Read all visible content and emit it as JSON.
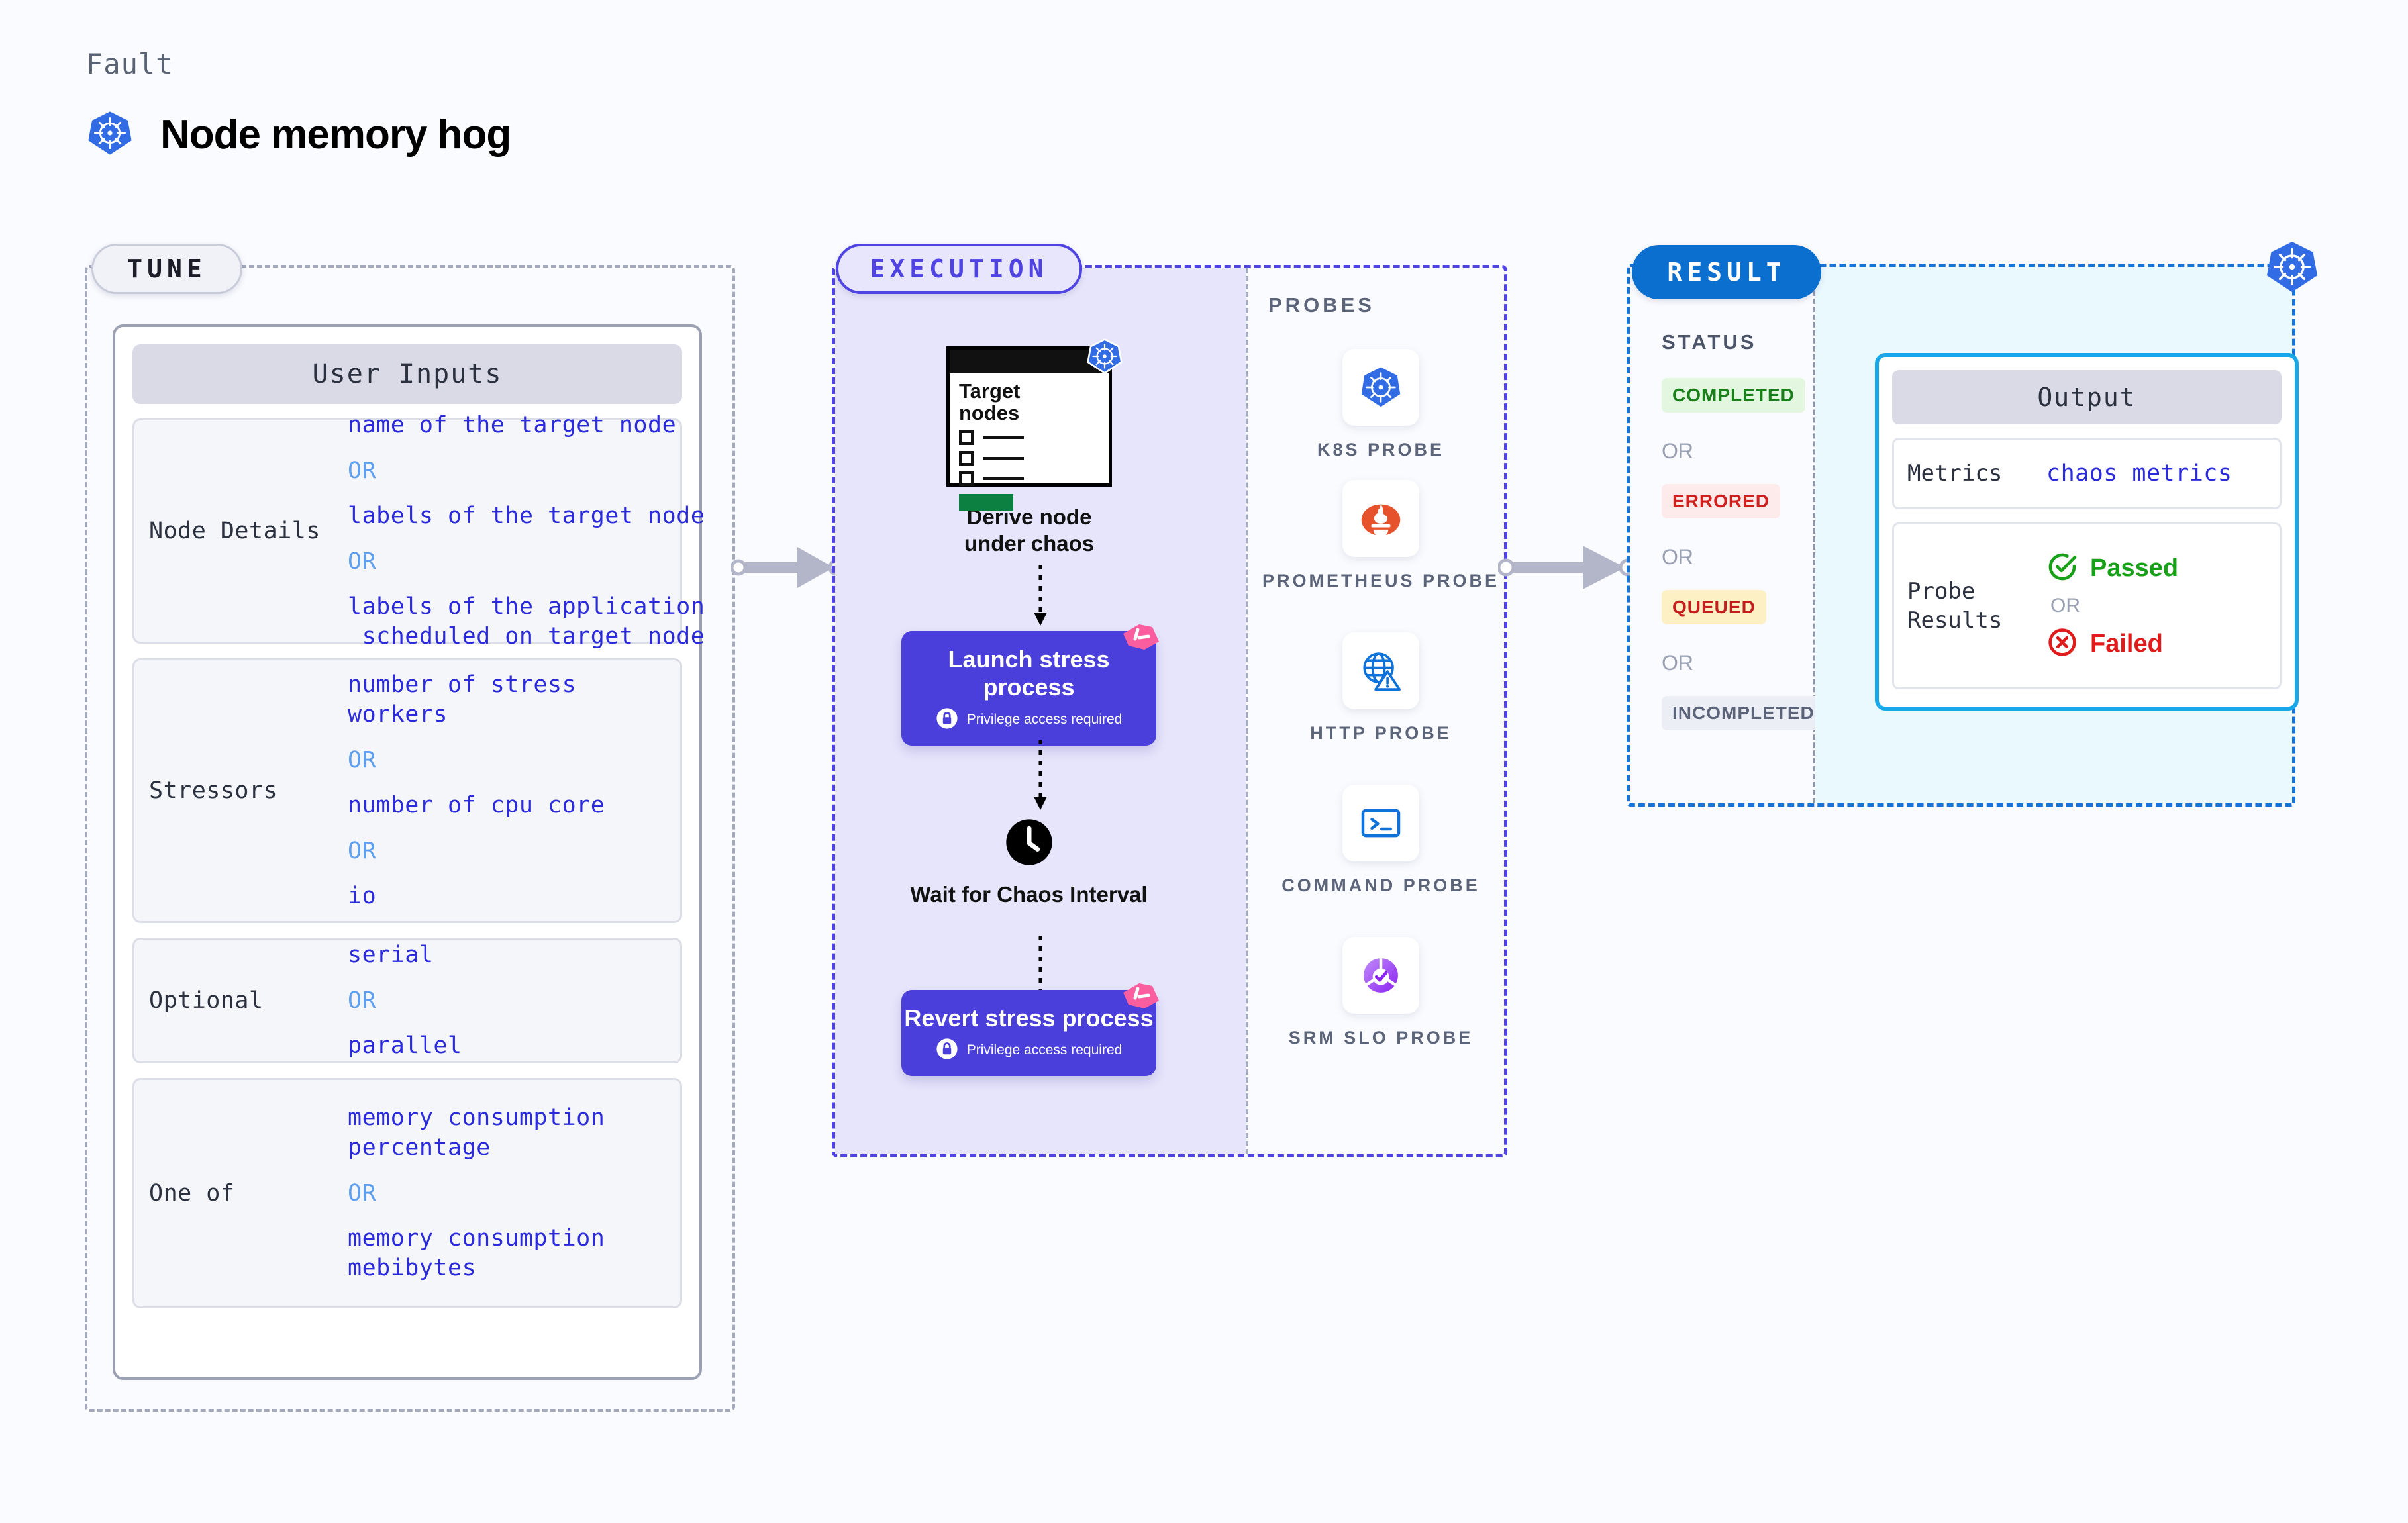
{
  "header": {
    "eyebrow": "Fault",
    "title": "Node memory hog",
    "logo": "kubernetes-icon"
  },
  "tune": {
    "pill_label": "TUNE",
    "card_header": "User Inputs",
    "rows": [
      {
        "label": "Node Details",
        "values": [
          "name of the target node",
          "labels of the target node",
          "labels of the application\n scheduled on target node"
        ],
        "or": "OR"
      },
      {
        "label": "Stressors",
        "values": [
          "number of stress workers",
          "number of cpu core",
          "io"
        ],
        "or": "OR"
      },
      {
        "label": "Optional",
        "values": [
          "serial",
          "parallel"
        ],
        "or": "OR"
      },
      {
        "label": "One of",
        "values": [
          "memory consumption percentage",
          "memory consumption mebibytes"
        ],
        "or": "OR"
      }
    ]
  },
  "execution": {
    "pill_label": "EXECUTION",
    "target_card": {
      "title_line1": "Target",
      "title_line2": "nodes",
      "badge": "kubernetes-icon"
    },
    "steps": [
      {
        "caption": "Derive node under chaos"
      },
      {
        "title": "Launch stress process",
        "note": "Privilege access required",
        "lock": "lock-icon",
        "ribbon": "chaos-ribbon-icon"
      },
      {
        "caption": "Wait for Chaos Interval",
        "icon": "clock-icon"
      },
      {
        "title": "Revert stress process",
        "note": "Privilege access required",
        "lock": "lock-icon",
        "ribbon": "chaos-ribbon-icon"
      }
    ],
    "probes_label": "PROBES",
    "probes": [
      {
        "name": "K8S PROBE",
        "icon": "kubernetes-icon"
      },
      {
        "name": "PROMETHEUS PROBE",
        "icon": "prometheus-icon"
      },
      {
        "name": "HTTP PROBE",
        "icon": "globe-warning-icon"
      },
      {
        "name": "COMMAND PROBE",
        "icon": "terminal-icon"
      },
      {
        "name": "SRM SLO PROBE",
        "icon": "slo-gauge-icon"
      }
    ]
  },
  "result": {
    "pill_label": "RESULT",
    "status_label": "STATUS",
    "or": "OR",
    "statuses": [
      {
        "label": "COMPLETED",
        "bg": "#e2f6e0",
        "fg": "#1a7f1a"
      },
      {
        "label": "ERRORED",
        "bg": "#fdeaea",
        "fg": "#d01f1f"
      },
      {
        "label": "QUEUED",
        "bg": "#fdf0c4",
        "fg": "#c31d1d"
      },
      {
        "label": "INCOMPLETED",
        "bg": "#eceef5",
        "fg": "#5b6478"
      }
    ],
    "output": {
      "header": "Output",
      "metrics_label": "Metrics",
      "metrics_value": "chaos metrics",
      "probe_label": "Probe Results",
      "passed": "Passed",
      "failed": "Failed",
      "or": "OR",
      "passed_color": "#18a018",
      "failed_color": "#e01b1b"
    },
    "badge": "kubernetes-icon"
  },
  "colors": {
    "page_bg": "#fafbff",
    "execution_accent": "#4f43e2",
    "result_accent": "#1773d6",
    "output_accent": "#18a8e8",
    "value_blue": "#2b2bdc",
    "or_blue": "#5f9ff0"
  }
}
